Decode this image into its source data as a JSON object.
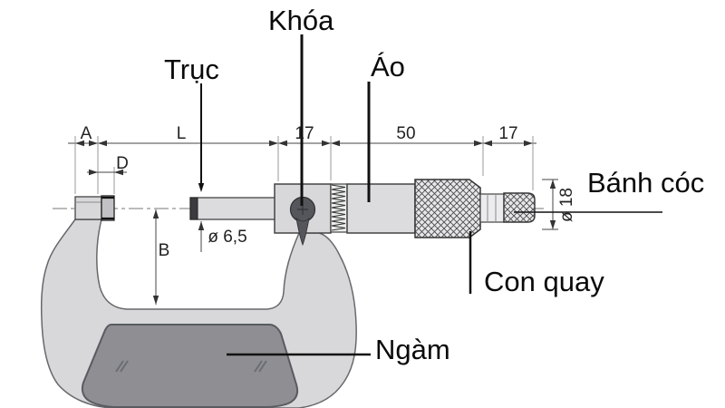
{
  "diagram": {
    "type": "technical-drawing",
    "subject": "outside micrometer with Vietnamese part labels and dimensions",
    "labels": {
      "khoa": "Khóa",
      "truc": "Trục",
      "ao": "Áo",
      "banh_coc": "Bánh cóc",
      "con_quay": "Con quay",
      "ngam": "Ngàm"
    },
    "dimensions": {
      "a": "A",
      "l": "L",
      "d": "D",
      "b": "B",
      "block_length": "17",
      "sleeve_length": "50",
      "ratchet_length": "17",
      "spindle_diameter": "ø 6,5",
      "ratchet_diameter": "ø 18"
    },
    "colors": {
      "background": "#ffffff",
      "body": "#d8d8da",
      "sleeve": "#dcdcde",
      "knurl_bg": "#e7e7e9",
      "pad": "#8e8e93",
      "keyhole": "#54565c",
      "outline": "#444444",
      "dim_line": "#444444",
      "label_text": "#0a0a0a"
    }
  }
}
